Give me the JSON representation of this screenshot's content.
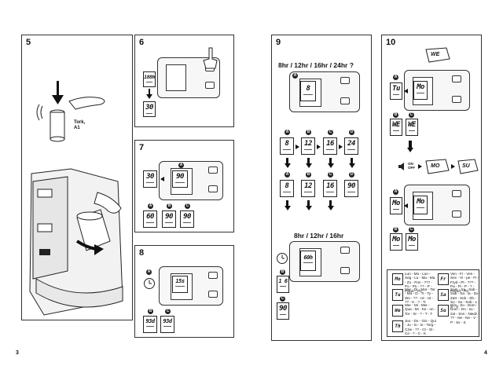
{
  "page_numbers": {
    "left": "3",
    "right": "4"
  },
  "panels": {
    "p5": {
      "number": "5",
      "label": "Tork,\nA1",
      "label_line1": "Tork,",
      "label_line2": "A1"
    },
    "p6": {
      "number": "6",
      "lcd_top": "188h",
      "lcd_bottom": "30"
    },
    "p7": {
      "number": "7",
      "lcd_main": "30",
      "lcd_display": "90",
      "lcd_a": "60",
      "lcd_b": "90",
      "lcd_c": "90"
    },
    "p8": {
      "number": "8",
      "lcd_display": "15s",
      "lcd_a": "93d",
      "lcd_b": "93d"
    },
    "p9": {
      "number": "9",
      "title": "8hr / 12hr / 16hr / 24hr ?",
      "subtitle": "8hr / 12hr / 16hr",
      "row1": [
        "8",
        "12",
        "16",
        "24"
      ],
      "row2": [
        "8",
        "12",
        "16",
        "90"
      ],
      "lcd_display": "8",
      "lcd_second": "60h",
      "lcd_c1": "1 6",
      "lcd_c2": "90"
    },
    "p10": {
      "number": "10",
      "tag_top": "WE",
      "lcd_a": "Tu",
      "lcd_b": "Mo",
      "lcd_c": "WE",
      "lcd_d": "WE",
      "on_off": "ON\nOFF",
      "tag_mo": "MO",
      "tag_su": "SU",
      "lcd_e": "Mo",
      "lcd_f": "Mo",
      "lcd_g": "Mo",
      "lcd_h": "Mo",
      "days_left": [
        {
          "icon": "Mo",
          "text": "Lun - Mo - Lun - Seg - Lu - Ma - Ma - Zo - Pon - ??? - Po - Pn - ?? - P - Pazar - Pe"
        },
        {
          "icon": "Tu",
          "text": "Mar - Di - Mar - Ter - Ma - D - Ti - Ty - Wo - ?? - Ut - Ut - ?? - K - ? - Ti"
        },
        {
          "icon": "We",
          "text": "Mer - Mi - Mer - Qua - Mi - Ke - on - Tor - Sr - ? - T - T"
        },
        {
          "icon": "Th",
          "text": "Jeu - Do - Gio - Qui - Ju - to - to - Torg - Czw - ?? - Ct - St - Ce - ? - C - K"
        }
      ],
      "days_right": [
        {
          "icon": "Fr",
          "text": "Ven - Fr - Ven - Sex - Vi - pe - Fr - Fryd - Pt - ??? - Pa - Pi - P - ? - Pazart - Pe"
        },
        {
          "icon": "Sa",
          "text": "Sam - Sa - Sab - Sab - Sa - la - Za - Zatt - Sob - Sb - So - So - Sob - L - S - S"
        },
        {
          "icon": "Su",
          "text": "Dim - So - Dom - Dom - Do - su - zat - Son - Niedz - ?? - Ne - Ne - V - P - Sv - S"
        }
      ]
    }
  }
}
